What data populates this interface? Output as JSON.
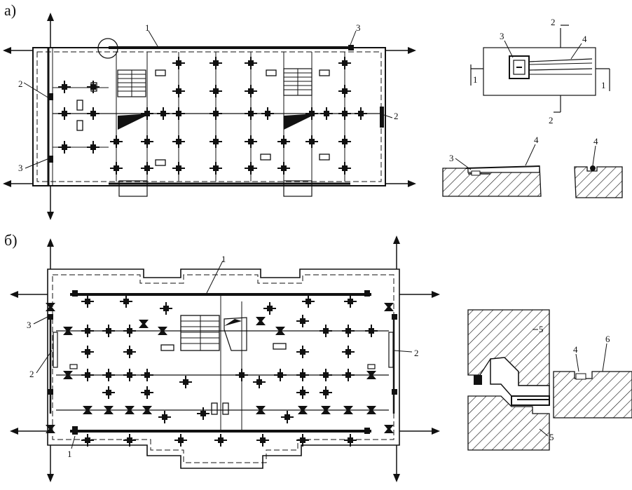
{
  "figure": {
    "part_a_label": "а)",
    "part_b_label": "б)",
    "callouts_a": {
      "c1": "1",
      "c2_left": "2",
      "c2_right": "2",
      "c3_top": "3",
      "c3_left": "3"
    },
    "detail_a": {
      "c3": "3",
      "c4": "4",
      "sec1_left": "1",
      "sec1_right": "1",
      "sec2_top": "2",
      "sec2_bottom": "2"
    },
    "section_a": {
      "c3": "3",
      "c4": "4",
      "c4_right": "4"
    },
    "callouts_b": {
      "c1_top": "1",
      "c1_bottom": "1",
      "c2_left": "2",
      "c2_right": "2",
      "c3_left": "3"
    },
    "section_b": {
      "c5_top": "5",
      "c5_bottom": "5",
      "c4": "4",
      "c6": "6"
    }
  }
}
